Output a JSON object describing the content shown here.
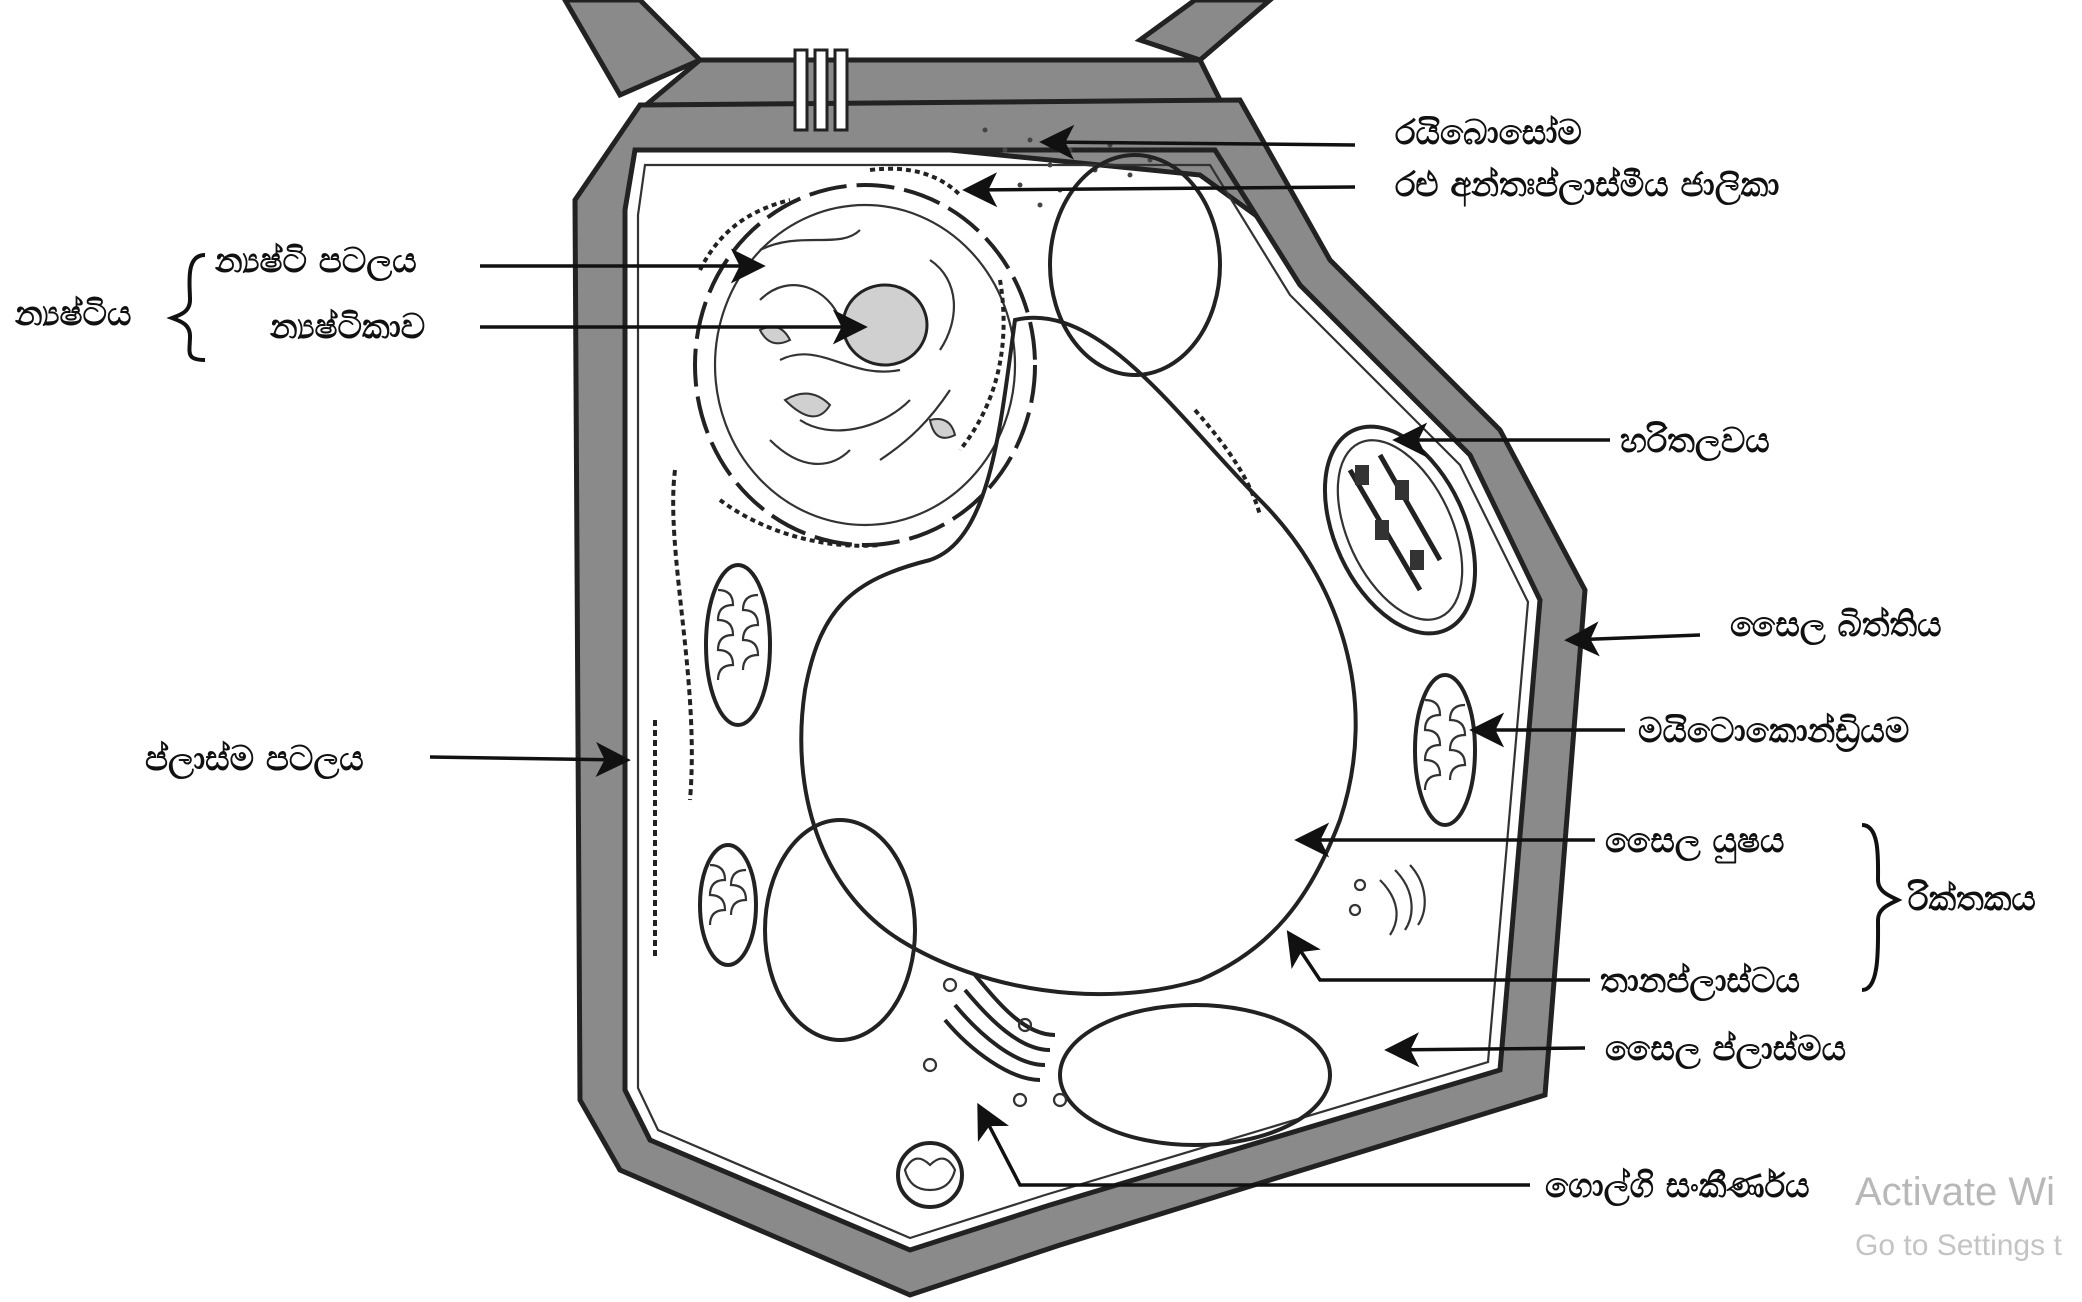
{
  "labels": {
    "ribosome": "රයිබොසෝම",
    "rough_er": "රළු අන්තඃප්ලාස්මීය ජාලිකා",
    "nucleus": "න්‍යෂ්ටිය",
    "nuclear_membrane": "න්‍යෂ්ටි පටලය",
    "nucleolus": "න්‍යෂ්ටිකාව",
    "chloroplast": "හරිතලවය",
    "cell_wall": "සෛල බිත්තිය",
    "mitochondrion": "මයිටොකොන්ඩ්‍රියම",
    "plasma_membrane": "ප්ලාස්ම පටලය",
    "cell_sap": "සෛල යුෂය",
    "vacuole": "රික්තකය",
    "tonoplast": "තානප්ලාස්ටය",
    "cytoplasm": "සෛල ප්ලාස්මය",
    "golgi": "ගොල්ගි සංකීර්ණය"
  },
  "watermark": {
    "line1": "Activate Wi",
    "line2": "Go to Settings t"
  },
  "colors": {
    "wall": "#8a8a8a",
    "outline": "#222222",
    "background": "#ffffff"
  }
}
